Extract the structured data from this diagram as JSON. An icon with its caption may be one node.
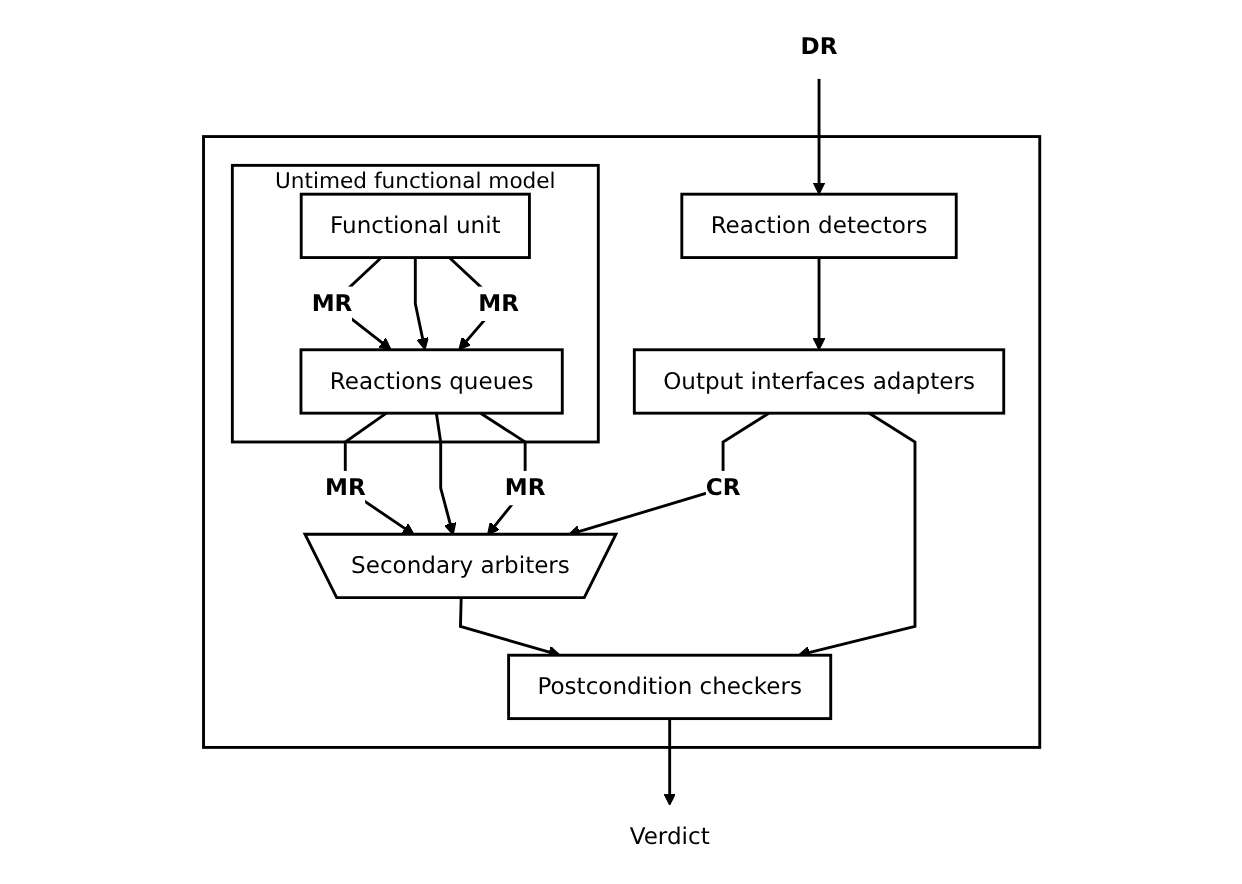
{
  "diagram": {
    "nodes": [
      {
        "text": [],
        "shape": "box"
      },
      {
        "text": [
          "Untimed functional model"
        ],
        "in": 0
      },
      {
        "text": [
          "Functional unit"
        ],
        "in": 1
      },
      {
        "text": [
          "Reactions queues"
        ],
        "in": 1
      },
      {
        "text": [
          "Secondary arbiters"
        ],
        "in": 0
      },
      {
        "text": [
          "Reaction detectors"
        ],
        "in": 0
      },
      {
        "text": [
          "Output interfaces adapters"
        ],
        "in": 0
      },
      {
        "text": [
          "Postcondition checkers"
        ],
        "in": 0
      },
      {
        "text": [
          "DR"
        ]
      },
      {
        "text": [
          "Verdict"
        ]
      }
    ],
    "edges": [
      {
        "from": 2,
        "to": 3,
        "arrow": "to",
        "label": "MR"
      },
      {
        "from": 2,
        "to": 3,
        "arrow": "to"
      },
      {
        "from": 2,
        "to": 3,
        "arrow": "to",
        "label": "MR"
      },
      {
        "from": 3,
        "to": 4,
        "arrow": "to",
        "label": "MR"
      },
      {
        "from": 3,
        "to": 4,
        "arrow": "to"
      },
      {
        "from": 3,
        "to": 4,
        "arrow": "to",
        "label": "MR"
      },
      {
        "from": 8,
        "to": 5,
        "arrow": "to"
      },
      {
        "from": 5,
        "to": 6,
        "arrow": "to"
      },
      {
        "from": 6,
        "to": 4,
        "arrow": "to",
        "label": "CR"
      },
      {
        "from": 6,
        "to": 7,
        "arrow": "to"
      },
      {
        "from": 4,
        "to": 7,
        "arrow": "to"
      },
      {
        "from": 7,
        "to": 9,
        "arrow": "to"
      }
    ]
  }
}
